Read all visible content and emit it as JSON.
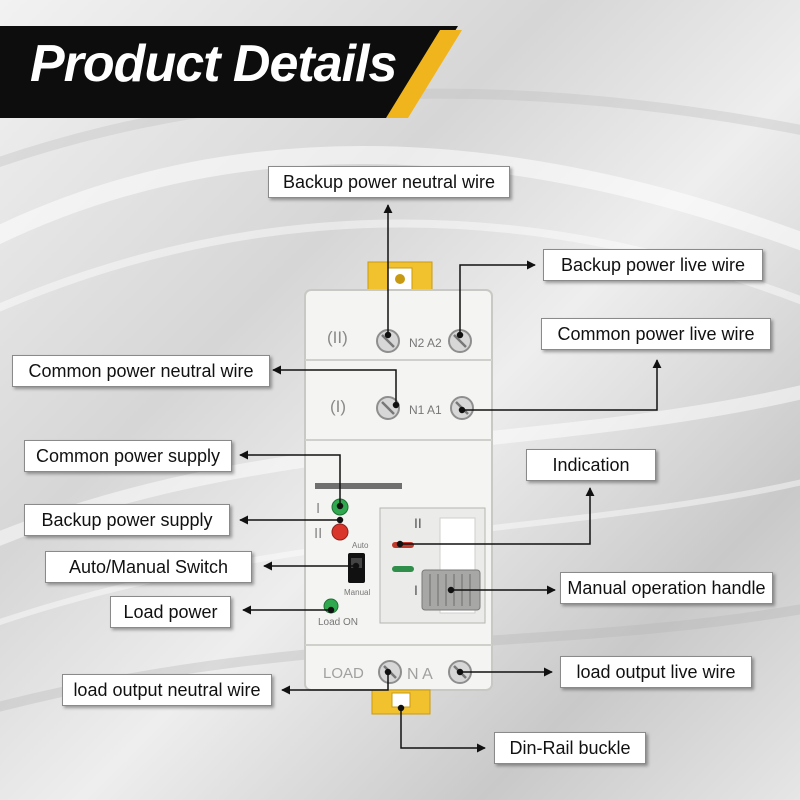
{
  "title": "Product Details",
  "device": {
    "terminal_row_top": {
      "group": "(II)",
      "labels": "N2 A2"
    },
    "terminal_row_middle": {
      "group": "(I)",
      "labels": "N1 A1"
    },
    "terminal_row_bottom": {
      "group": "LOAD",
      "labels": "N  A"
    },
    "indicator_one": "I",
    "indicator_two": "II",
    "switch_top_label": "Auto",
    "switch_bottom_label": "Manual",
    "load_on_label": "Load ON",
    "handle_position_top": "II",
    "handle_position_bottom": "I"
  },
  "callouts": {
    "backup_neutral": "Backup power neutral wire",
    "backup_live": "Backup power live wire",
    "common_live": "Common power live wire",
    "common_neutral": "Common power neutral wire",
    "common_supply": "Common power supply",
    "indication": "Indication",
    "backup_supply": "Backup power supply",
    "auto_manual": "Auto/Manual Switch",
    "manual_handle": "Manual operation handle",
    "load_power": "Load power",
    "load_live": "load output live wire",
    "load_neutral": "load output neutral wire",
    "din_rail": "Din-Rail buckle"
  },
  "colors": {
    "banner_black": "#0d0d0d",
    "banner_gold": "#f0b51c",
    "clip_yellow": "#f2c12e",
    "indicator_green": "#2fa84f",
    "indicator_red": "#d9352b"
  }
}
